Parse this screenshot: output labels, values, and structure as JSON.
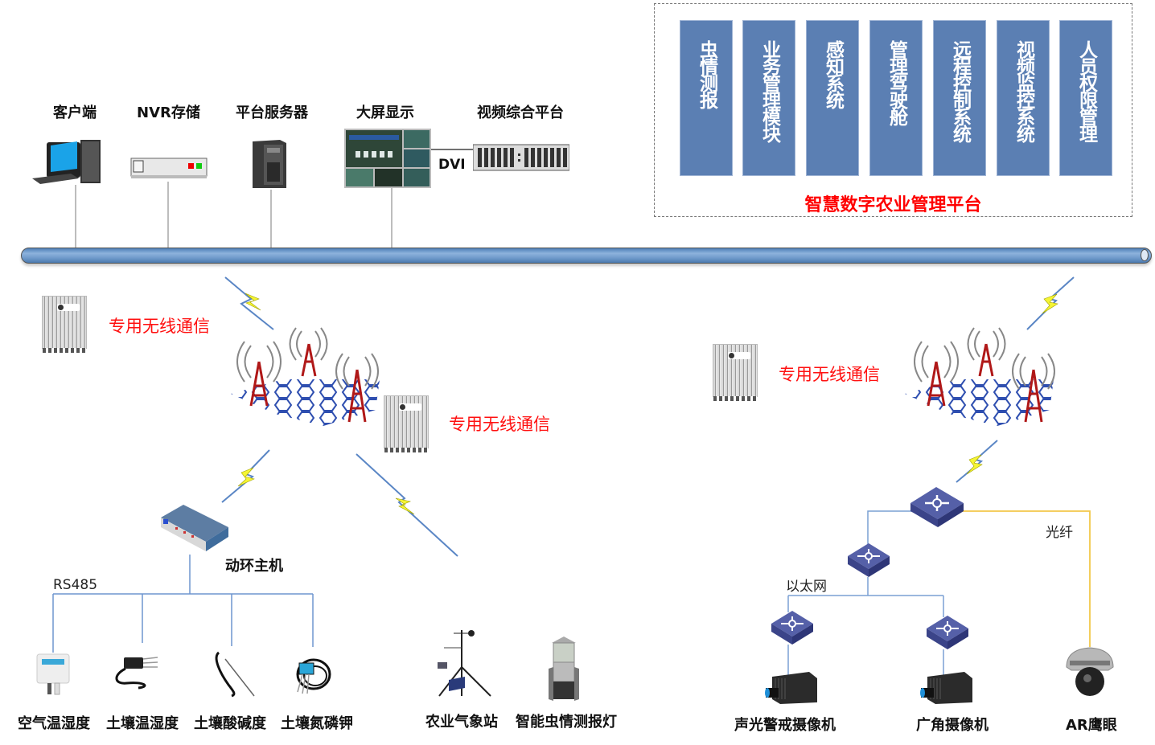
{
  "platform": {
    "title": "智慧数字农业管理平台",
    "modules": [
      "虫情测报",
      "业务管理模块",
      "感知系统",
      "管理驾驶舱",
      "远程控制系统",
      "视频监控系统",
      "人员权限管理"
    ]
  },
  "top_devices": [
    {
      "label": "客户端",
      "icon": "desktop-computer-icon"
    },
    {
      "label": "NVR存储",
      "icon": "nvr-storage-icon"
    },
    {
      "label": "平台服务器",
      "icon": "tower-server-icon"
    },
    {
      "label": "大屏显示",
      "icon": "video-wall-icon"
    },
    {
      "label": "视频综合平台",
      "icon": "rack-platform-icon"
    }
  ],
  "dvi_label": "DVI",
  "wireless": {
    "left_label_1": "专用无线通信",
    "left_label_2": "专用无线通信",
    "right_label": "专用无线通信"
  },
  "left_field": {
    "host_label": "动环主机",
    "bus_label": "RS485",
    "sensors": [
      "空气温湿度",
      "土壤温湿度",
      "土壤酸碱度",
      "土壤氮磷钾"
    ],
    "stations": [
      "农业气象站",
      "智能虫情测报灯"
    ]
  },
  "right_field": {
    "ethernet_label": "以太网",
    "fiber_label": "光纤",
    "cameras": [
      "声光警戒摄像机",
      "广角摄像机",
      "AR鹰眼"
    ]
  },
  "colors": {
    "module_fill": "#5b7fb3",
    "platform_title": "#ff0000",
    "wireless_label": "#ff1010",
    "bus": "#6c98c9",
    "wire_blue": "#6e95cf",
    "fiber": "#f2c84b",
    "lightning": "#f5f534"
  }
}
